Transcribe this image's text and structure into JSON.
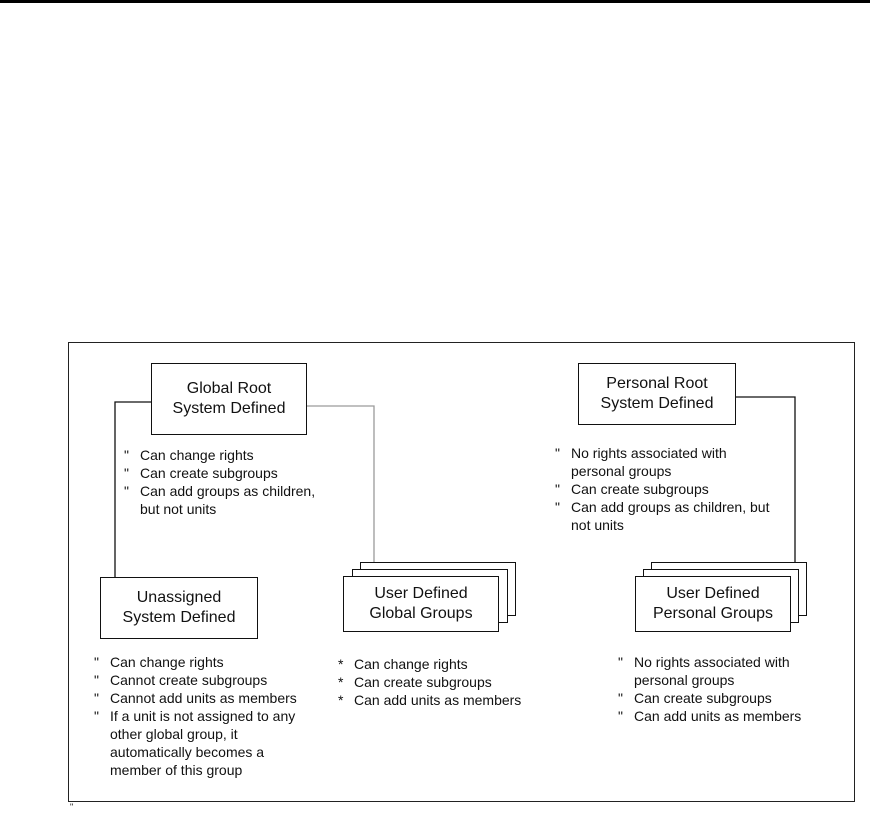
{
  "nodes": {
    "global_root": {
      "line1": "Global Root",
      "line2": "System Defined"
    },
    "personal_root": {
      "line1": "Personal Root",
      "line2": "System Defined"
    },
    "unassigned": {
      "line1": "Unassigned",
      "line2": "System Defined"
    },
    "user_global": {
      "line1": "User Defined",
      "line2": "Global Groups"
    },
    "user_personal": {
      "line1": "User Defined",
      "line2": "Personal Groups"
    }
  },
  "notes": {
    "global_root": [
      {
        "mark": "\"",
        "lines": [
          "Can change rights"
        ]
      },
      {
        "mark": "\"",
        "lines": [
          "Can create subgroups"
        ]
      },
      {
        "mark": "\"",
        "lines": [
          "Can add groups as children,",
          "but not units"
        ]
      }
    ],
    "personal_root": [
      {
        "mark": "\"",
        "lines": [
          "No rights associated with",
          "personal groups"
        ]
      },
      {
        "mark": "\"",
        "lines": [
          "Can create subgroups"
        ]
      },
      {
        "mark": "\"",
        "lines": [
          "Can add groups as children, but",
          "not units"
        ]
      }
    ],
    "unassigned": [
      {
        "mark": "\"",
        "lines": [
          "Can change rights"
        ]
      },
      {
        "mark": "\"",
        "lines": [
          "Cannot create subgroups"
        ]
      },
      {
        "mark": "\"",
        "lines": [
          "Cannot add units as members"
        ]
      },
      {
        "mark": "\"",
        "lines": [
          "If a unit is not assigned to any",
          "other global group, it",
          "automatically becomes a",
          "member of this group"
        ]
      }
    ],
    "user_global": [
      {
        "mark": "*",
        "lines": [
          "Can change rights"
        ]
      },
      {
        "mark": "*",
        "lines": [
          "Can create subgroups"
        ]
      },
      {
        "mark": "*",
        "lines": [
          "Can add units as members"
        ]
      }
    ],
    "user_personal": [
      {
        "mark": "\"",
        "lines": [
          "No rights associated with",
          "personal groups"
        ]
      },
      {
        "mark": "\"",
        "lines": [
          "Can create subgroups"
        ]
      },
      {
        "mark": "\"",
        "lines": [
          "Can add units as members"
        ]
      }
    ]
  },
  "footnote_mark": "\"",
  "colors": {
    "line": "#111111",
    "light_connector": "#9a9a9a",
    "background": "#ffffff"
  }
}
